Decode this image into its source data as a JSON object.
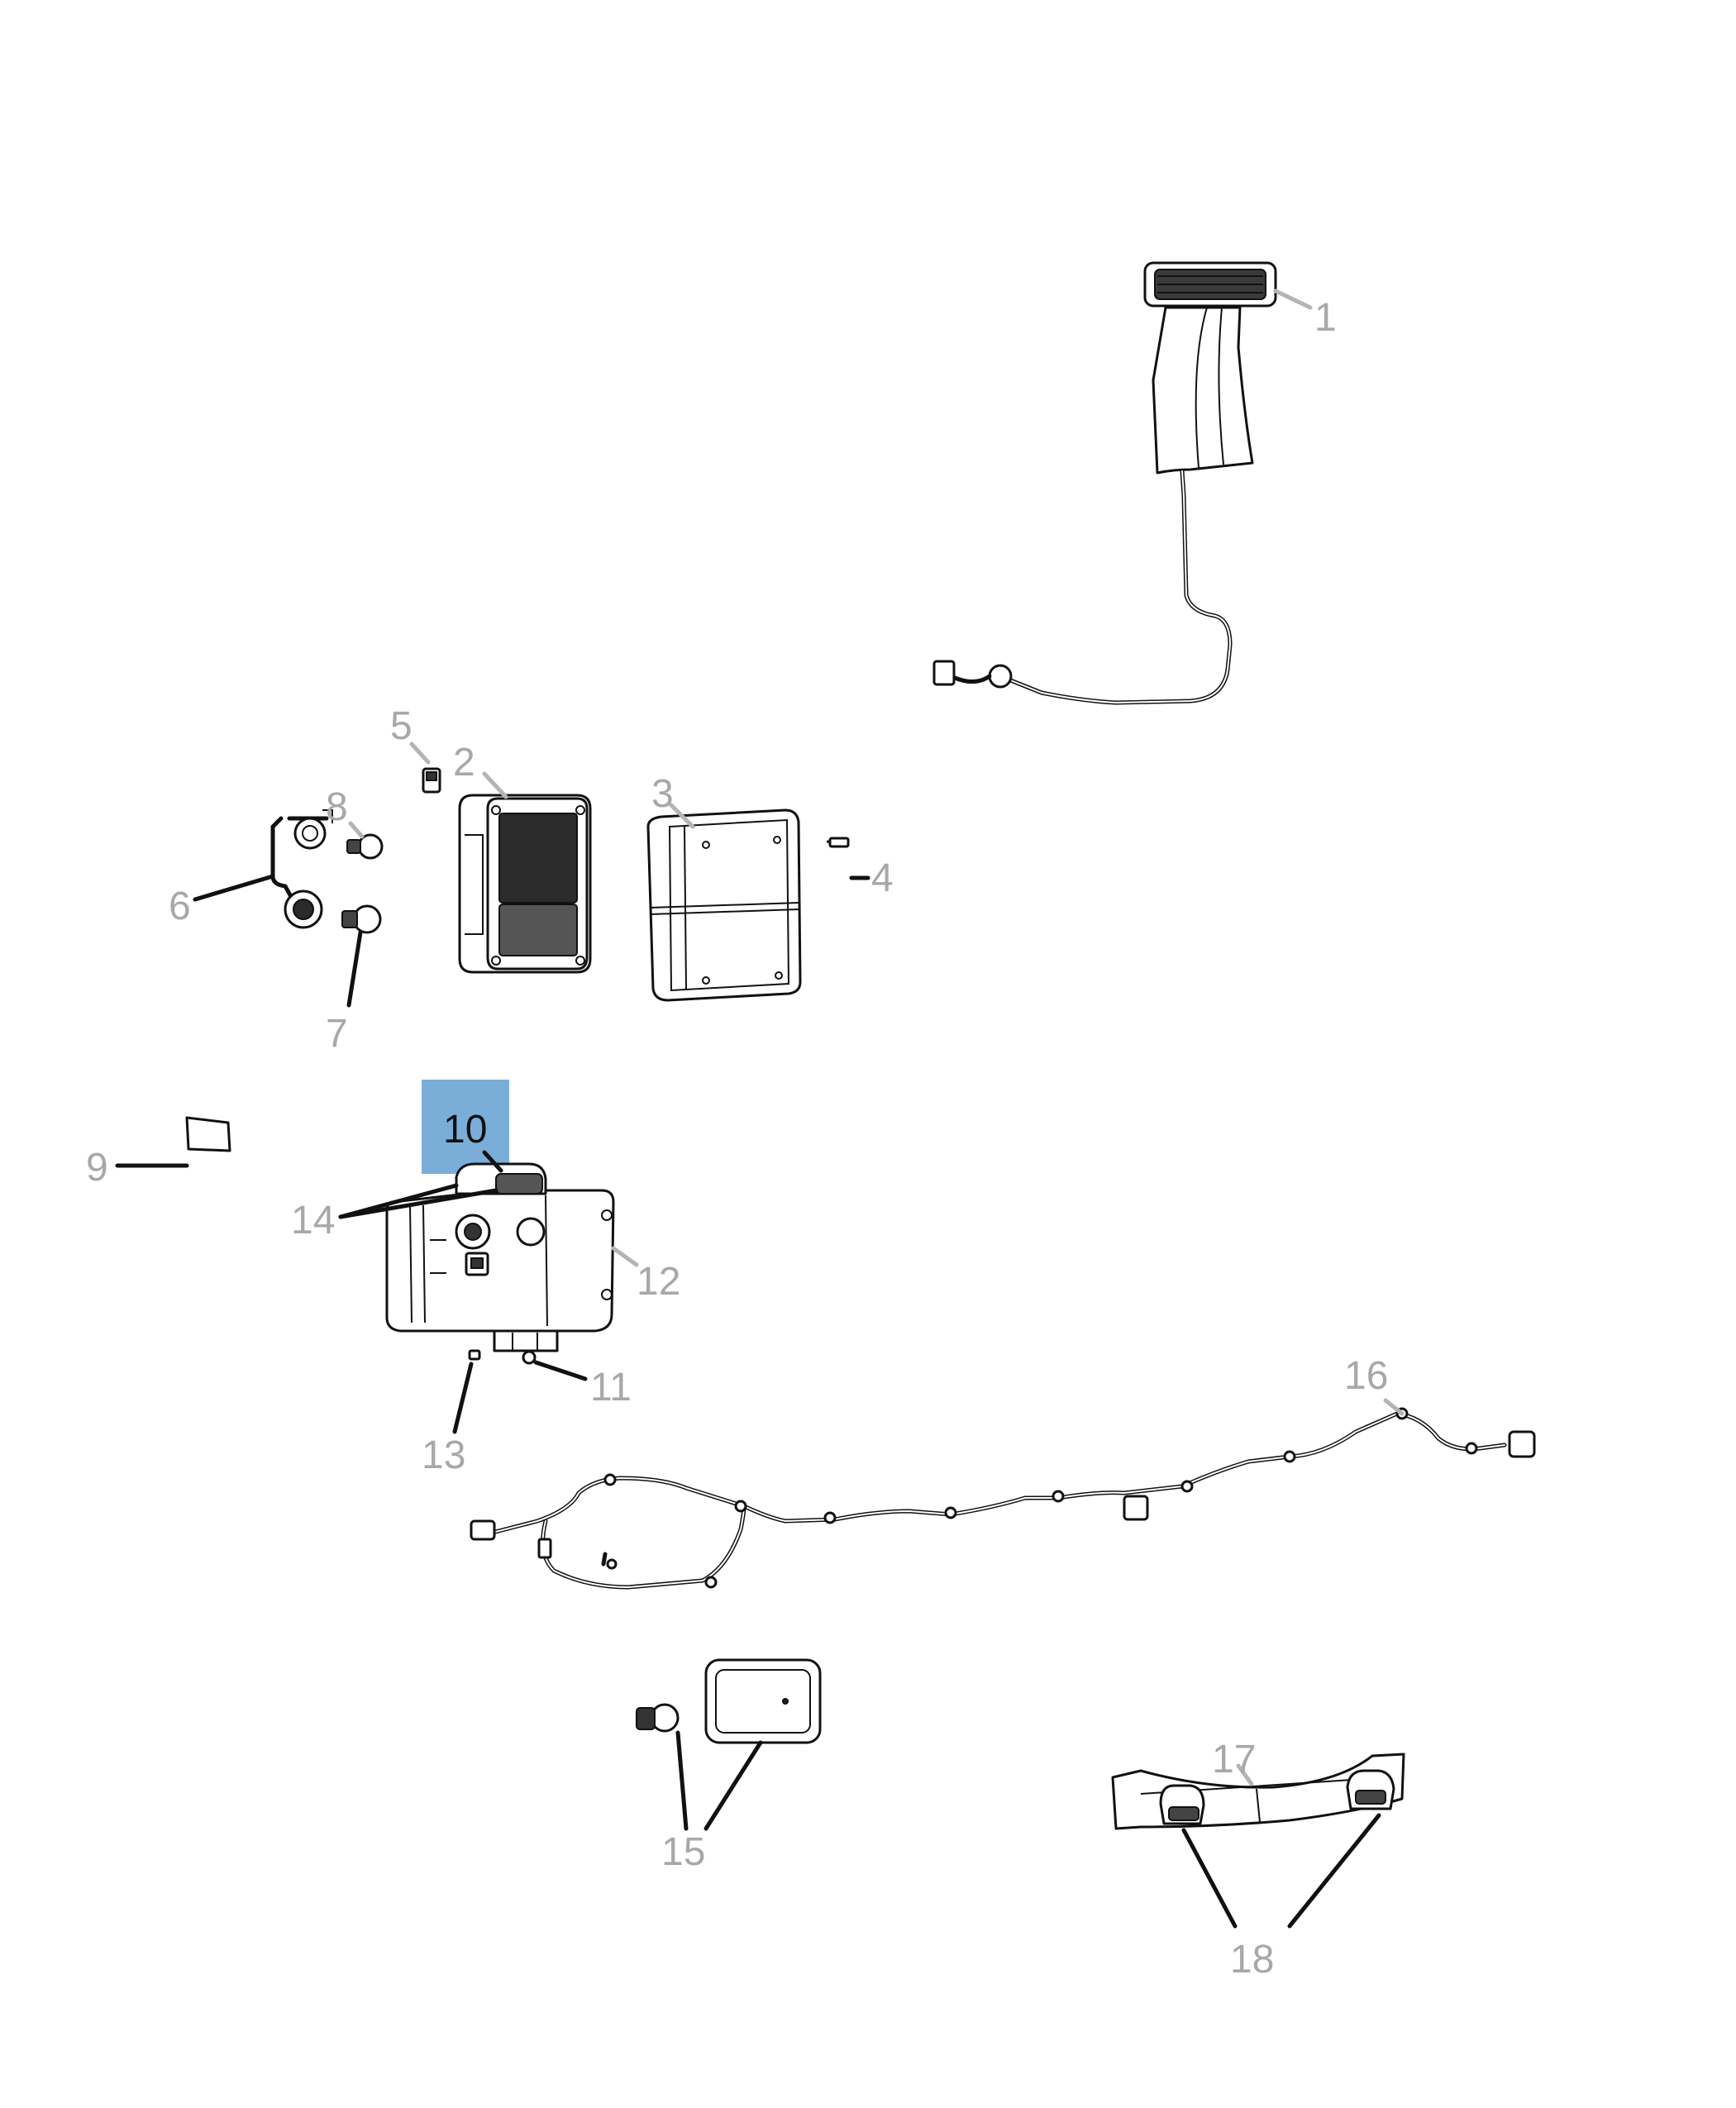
{
  "callouts": [
    {
      "id": "1",
      "label": "1"
    },
    {
      "id": "2",
      "label": "2"
    },
    {
      "id": "3",
      "label": "3"
    },
    {
      "id": "4",
      "label": "4"
    },
    {
      "id": "5",
      "label": "5"
    },
    {
      "id": "6",
      "label": "6"
    },
    {
      "id": "7",
      "label": "7"
    },
    {
      "id": "8",
      "label": "8"
    },
    {
      "id": "9",
      "label": "9"
    },
    {
      "id": "10",
      "label": "10"
    },
    {
      "id": "11",
      "label": "11"
    },
    {
      "id": "12",
      "label": "12"
    },
    {
      "id": "13",
      "label": "13"
    },
    {
      "id": "14",
      "label": "14"
    },
    {
      "id": "15",
      "label": "15"
    },
    {
      "id": "16",
      "label": "16"
    },
    {
      "id": "17",
      "label": "17"
    },
    {
      "id": "18",
      "label": "18"
    }
  ],
  "selected_callout": "10",
  "colors": {
    "highlight": "#7aaed8",
    "callout_inactive": "#a8a8a8",
    "callout_active": "#111111",
    "line_art": "#111111"
  }
}
